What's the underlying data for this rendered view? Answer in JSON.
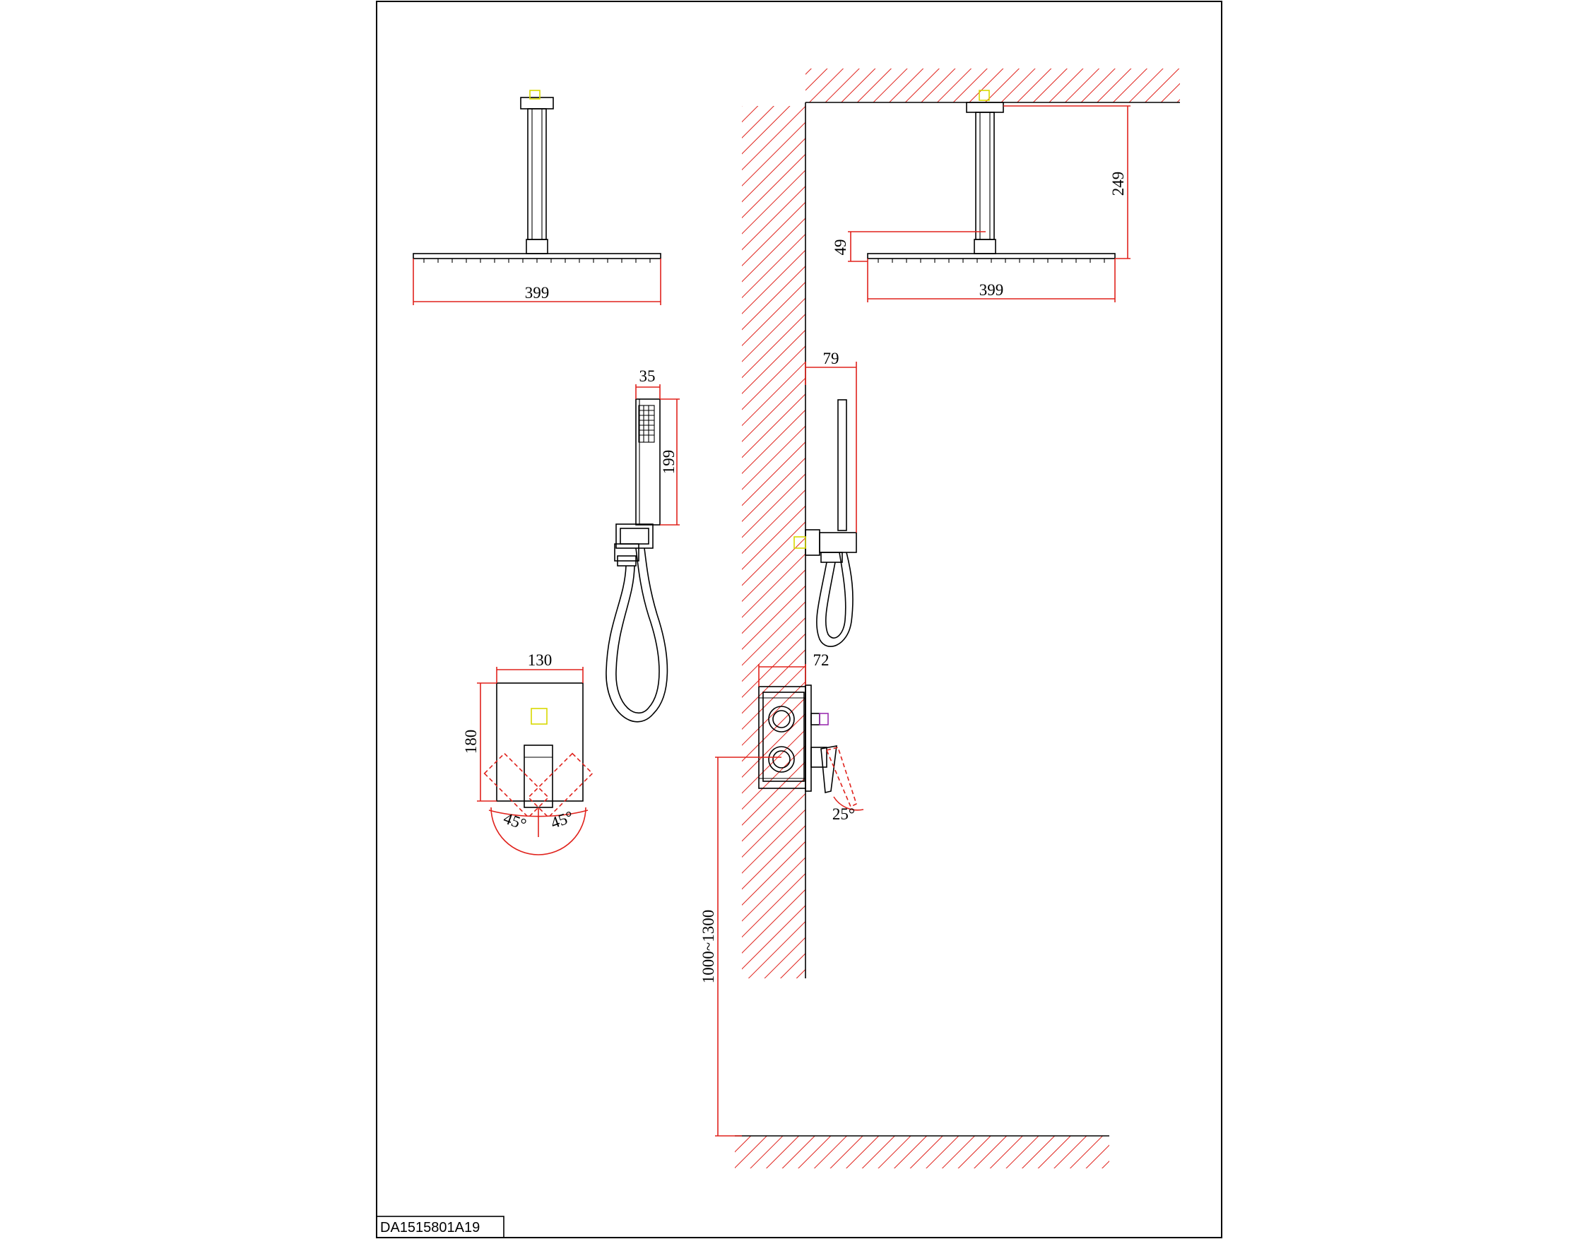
{
  "drawing_code": "DA1515801A19",
  "dimensions": {
    "head_width_front": "399",
    "head_width_side": "399",
    "arm_drop": "249",
    "head_thickness": "49",
    "hand_width": "35",
    "hand_length": "199",
    "holder_projection": "79",
    "plate_width": "130",
    "plate_height": "180",
    "lever_angle_left": "45°",
    "lever_angle_right": "45°",
    "valve_depth": "72",
    "lever_tilt": "25°",
    "valve_height_range": "1000~1300"
  },
  "colors": {
    "line": "#000000",
    "dimension": "#e0221c",
    "marker_yellow": "#d8d800",
    "marker_purple": "#9b2fb0"
  }
}
